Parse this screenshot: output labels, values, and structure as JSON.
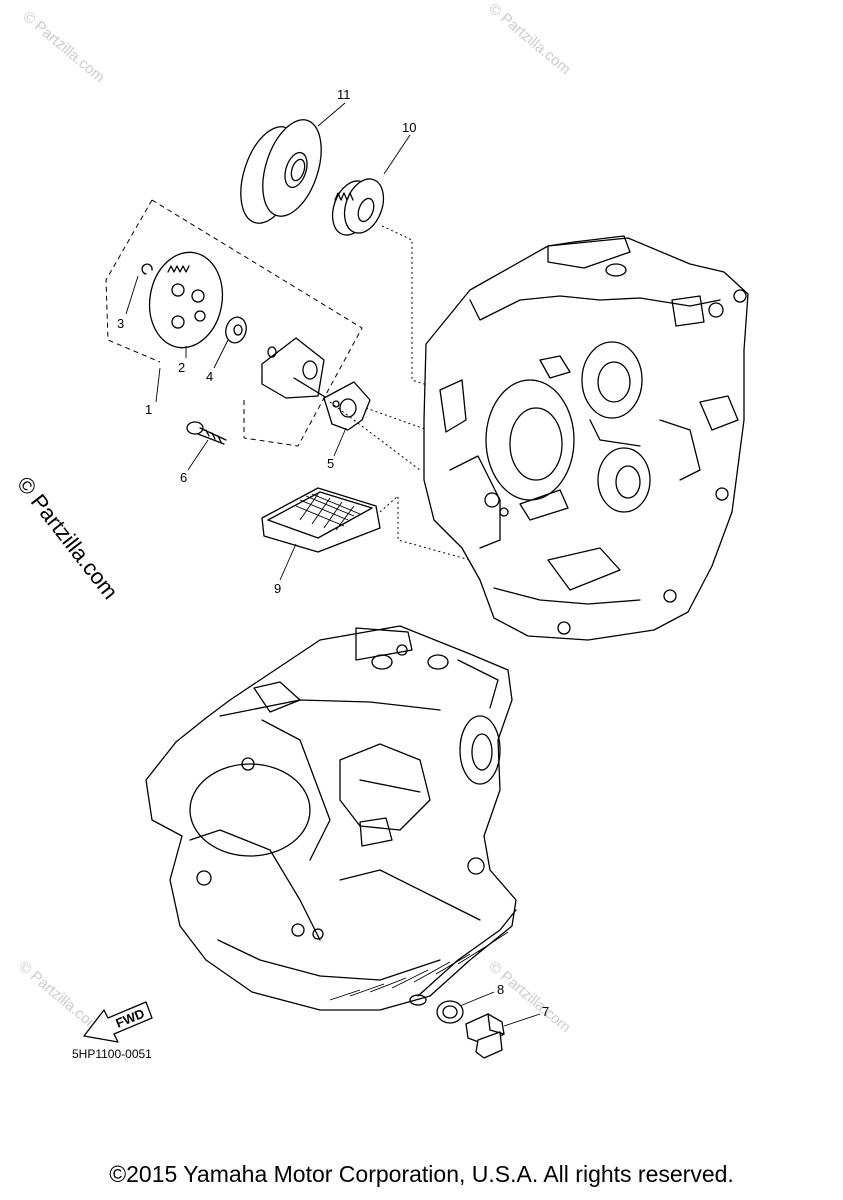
{
  "watermarks": {
    "corner": "© Partzilla.com",
    "side": "© Partzilla.com"
  },
  "callouts": [
    {
      "id": "1",
      "label": "1"
    },
    {
      "id": "2",
      "label": "2"
    },
    {
      "id": "3",
      "label": "3"
    },
    {
      "id": "4",
      "label": "4"
    },
    {
      "id": "5",
      "label": "5"
    },
    {
      "id": "6",
      "label": "6"
    },
    {
      "id": "7",
      "label": "7"
    },
    {
      "id": "8",
      "label": "8"
    },
    {
      "id": "9",
      "label": "9"
    },
    {
      "id": "10",
      "label": "10"
    },
    {
      "id": "11",
      "label": "11"
    }
  ],
  "fwd_label": "FWD",
  "diagram_code": "5HP1100-0051",
  "copyright": "©2015 Yamaha Motor Corporation, U.S.A. All rights reserved."
}
